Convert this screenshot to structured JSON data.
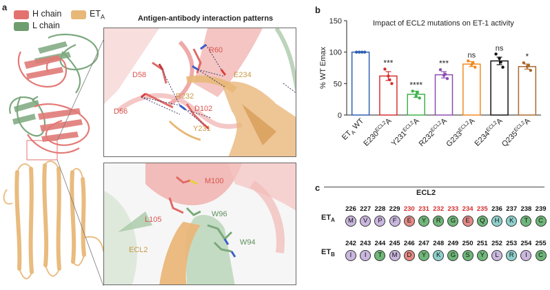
{
  "panels": {
    "a": "a",
    "b": "b",
    "c": "c"
  },
  "legend": {
    "h_chain": {
      "label": "H chain",
      "color": "#e3726f"
    },
    "l_chain": {
      "label": "L chain",
      "color": "#6e9e6f"
    },
    "et_a": {
      "label": "ET",
      "sub": "A",
      "color": "#e8b878"
    }
  },
  "inset_top": {
    "title": "Antigen-antibody interaction patterns",
    "labels": {
      "r60": "R60",
      "d58": "D58",
      "e234": "E234",
      "r232": "R232",
      "d56": "D56",
      "d102": "D102",
      "y231": "Y231"
    }
  },
  "inset_bottom": {
    "labels": {
      "m100": "M100",
      "w96": "W96",
      "l105": "L105",
      "w94": "W94",
      "ecl2": "ECL2"
    }
  },
  "chart_data": {
    "type": "bar",
    "title": "Impact of ECL2 mutations on ET-1 activity",
    "ylabel": "% WT Emax",
    "ylim": [
      0,
      150
    ],
    "yticks": [
      0,
      50,
      100,
      150
    ],
    "categories": [
      {
        "base": "ET",
        "sub": "A",
        "suffix": " WT",
        "sup": ""
      },
      {
        "base": "E230",
        "sub": "",
        "suffix": "A",
        "sup": "ECL2"
      },
      {
        "base": "Y231",
        "sub": "",
        "suffix": "A",
        "sup": "ECL2"
      },
      {
        "base": "R232",
        "sub": "",
        "suffix": "A",
        "sup": "ECL2"
      },
      {
        "base": "G233",
        "sub": "",
        "suffix": "A",
        "sup": "ECL2"
      },
      {
        "base": "E234",
        "sub": "",
        "suffix": "A",
        "sup": "ECL2"
      },
      {
        "base": "Q235",
        "sub": "",
        "suffix": "A",
        "sup": "ECL2"
      }
    ],
    "values": [
      100,
      62,
      33,
      64,
      81,
      86,
      77
    ],
    "errors": [
      0.5,
      7,
      5,
      5,
      4,
      6,
      4
    ],
    "points": [
      [
        100,
        100,
        100,
        100
      ],
      [
        73,
        62,
        50,
        56
      ],
      [
        38,
        30,
        27,
        36
      ],
      [
        72,
        63,
        58,
        65
      ],
      [
        86,
        80,
        76,
        83
      ],
      [
        97,
        90,
        76,
        84
      ],
      [
        83,
        77,
        71,
        79
      ]
    ],
    "colors": [
      "#2f5fb3",
      "#d62f2f",
      "#3fb24a",
      "#8c4cb0",
      "#f08a1e",
      "#111111",
      "#a8682c"
    ],
    "significance": [
      "",
      "***",
      "****",
      "***",
      "ns",
      "ns",
      "*"
    ]
  },
  "sequence": {
    "title": "ECL2",
    "rows": [
      {
        "label": "ET",
        "sub": "A",
        "numbers": [
          "226",
          "227",
          "228",
          "229",
          "230",
          "231",
          "232",
          "233",
          "234",
          "235",
          "236",
          "237",
          "238",
          "239"
        ],
        "residues": [
          "M",
          "V",
          "P",
          "F",
          "E",
          "Y",
          "R",
          "G",
          "E",
          "Q",
          "H",
          "K",
          "T",
          "C"
        ],
        "fills": [
          "#c9b7de",
          "#c9b7de",
          "#c9b7de",
          "#c9b7de",
          "#e48a86",
          "#6fb679",
          "#6fb679",
          "#6fb679",
          "#e48a86",
          "#6fb679",
          "#8fd0cc",
          "#8fd0cc",
          "#6fb679",
          "#6fb679"
        ],
        "number_colors": [
          "#111",
          "#111",
          "#111",
          "#111",
          "#d62f2f",
          "#d62f2f",
          "#d62f2f",
          "#d62f2f",
          "#d62f2f",
          "#d62f2f",
          "#111",
          "#111",
          "#111",
          "#111"
        ]
      },
      {
        "label": "ET",
        "sub": "B",
        "numbers": [
          "242",
          "243",
          "244",
          "245",
          "246",
          "247",
          "248",
          "249",
          "250",
          "251",
          "252",
          "253",
          "254",
          "255"
        ],
        "residues": [
          "I",
          "I",
          "T",
          "M",
          "D",
          "Y",
          "K",
          "G",
          "S",
          "Y",
          "L",
          "R",
          "I",
          "C"
        ],
        "fills": [
          "#c9b7de",
          "#c9b7de",
          "#6fb679",
          "#c9b7de",
          "#e48a86",
          "#6fb679",
          "#8fd0cc",
          "#6fb679",
          "#6fb679",
          "#6fb679",
          "#c9b7de",
          "#8fd0cc",
          "#c9b7de",
          "#6fb679"
        ],
        "number_colors": [
          "#111",
          "#111",
          "#111",
          "#111",
          "#111",
          "#111",
          "#111",
          "#111",
          "#111",
          "#111",
          "#111",
          "#111",
          "#111",
          "#111"
        ]
      }
    ]
  }
}
